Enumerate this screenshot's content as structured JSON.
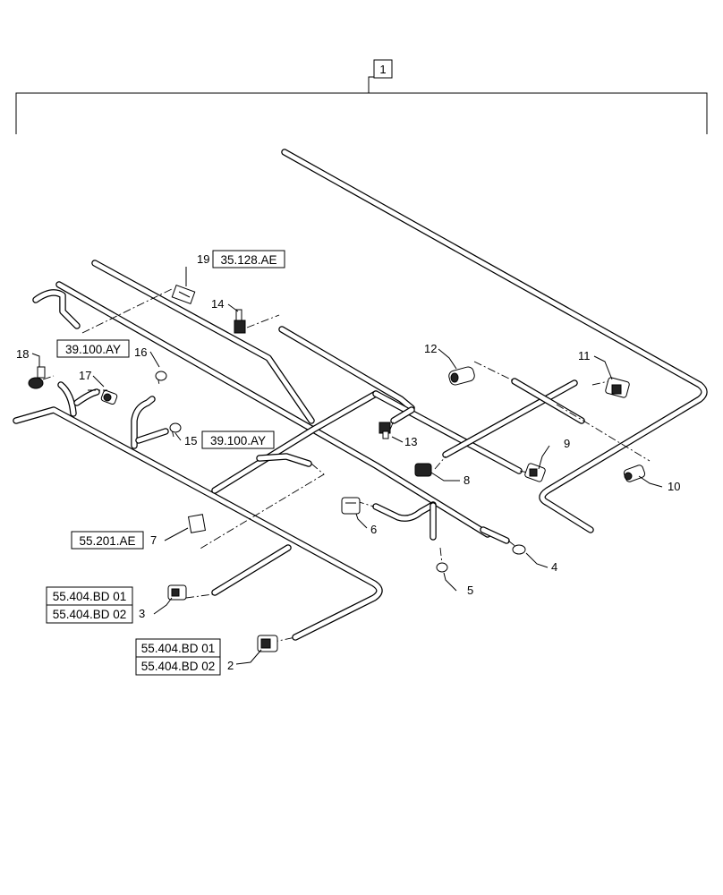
{
  "assembly_callout": "1",
  "refs": {
    "r19": "35.128.AE",
    "r16": "39.100.AY",
    "r15": "39.100.AY",
    "r7": "55.201.AE",
    "r3_a": "55.404.BD 01",
    "r3_b": "55.404.BD 02",
    "r2_a": "55.404.BD 01",
    "r2_b": "55.404.BD 02"
  },
  "callouts": {
    "c2": "2",
    "c3": "3",
    "c4": "4",
    "c5": "5",
    "c6": "6",
    "c7": "7",
    "c8": "8",
    "c9": "9",
    "c10": "10",
    "c11": "11",
    "c12": "12",
    "c13": "13",
    "c14": "14",
    "c15": "15",
    "c16": "16",
    "c17": "17",
    "c18": "18",
    "c19": "19"
  }
}
